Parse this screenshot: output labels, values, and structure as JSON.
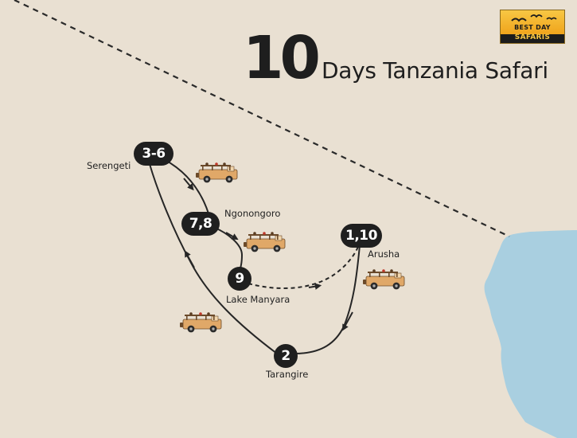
{
  "title": {
    "number": "10",
    "text": "Days Tanzania Safari"
  },
  "logo": {
    "line1": "BEST DAY",
    "line2": "SAFARIS"
  },
  "stops": [
    {
      "badge": "1,10",
      "place": "Arusha"
    },
    {
      "badge": "2",
      "place": "Tarangire"
    },
    {
      "badge": "3-6",
      "place": "Serengeti"
    },
    {
      "badge": "7,8",
      "place": "Ngonongoro"
    },
    {
      "badge": "9",
      "place": "Lake Manyara"
    }
  ],
  "colors": {
    "land": "#e9e0d2",
    "water": "#a9cfe0",
    "route": "#262626",
    "badge": "#1f1f1f",
    "vehicle": "#e0a868"
  },
  "icons": [
    "safari-vehicle-icon",
    "bird-icon"
  ]
}
